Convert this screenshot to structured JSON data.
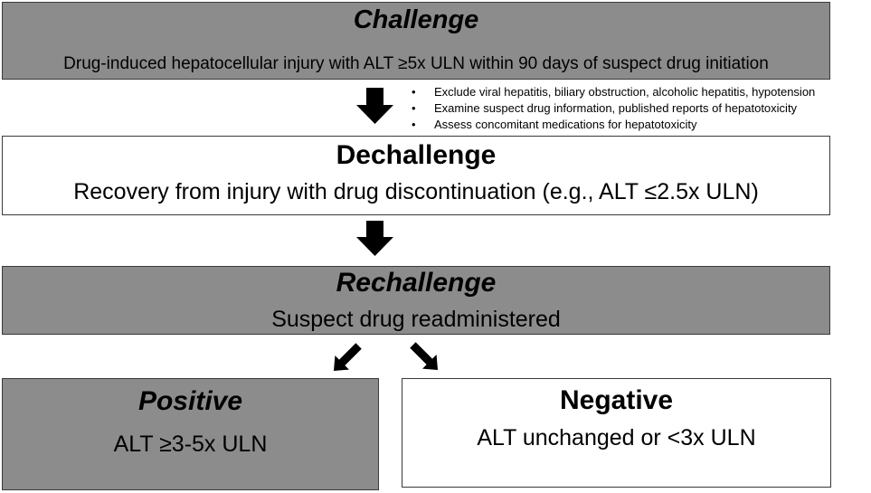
{
  "challenge": {
    "title": "Challenge",
    "subtitle": "Drug-induced hepatocellular injury with ALT ≥5x ULN within 90 days of suspect drug initiation"
  },
  "notes": [
    "Exclude viral hepatitis, biliary obstruction, alcoholic hepatitis, hypotension",
    "Examine suspect drug information, published reports of hepatotoxicity",
    "Assess concomitant medications for hepatotoxicity"
  ],
  "dechallenge": {
    "title": "Dechallenge",
    "subtitle": "Recovery from injury with drug discontinuation (e.g., ALT ≤2.5x ULN)"
  },
  "rechallenge": {
    "title": "Rechallenge",
    "subtitle": "Suspect drug readministered"
  },
  "positive": {
    "title": "Positive",
    "subtitle": "ALT ≥3-5x ULN"
  },
  "negative": {
    "title": "Negative",
    "subtitle": "ALT unchanged or <3x ULN"
  },
  "colors": {
    "gray_box": "#8c8c8c",
    "white_box": "#ffffff",
    "arrow": "#000000"
  }
}
